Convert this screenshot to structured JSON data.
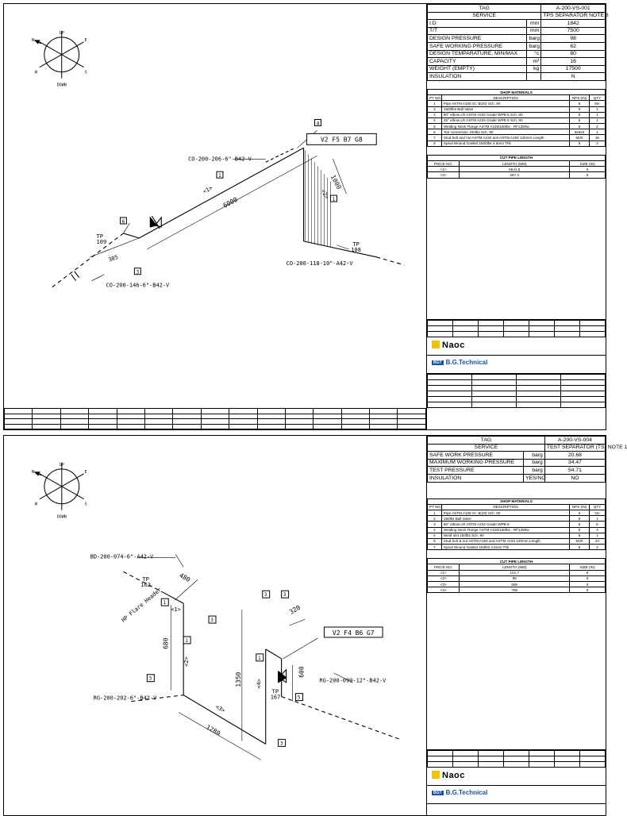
{
  "sheets": [
    {
      "tag_label": "TAG",
      "tag_value": "A-200-VS-001",
      "service_label": "SERVICE",
      "service_value": "TPS SEPARATOR NOTE 8",
      "props": [
        {
          "label": "I.D",
          "unit": "mm",
          "value": "1842"
        },
        {
          "label": "T/T",
          "unit": "mm",
          "value": "7500"
        },
        {
          "label": "DESIGN PRESSURE",
          "unit": "barg",
          "value": "98"
        },
        {
          "label": "SAFE WORKING PRESSURE",
          "unit": "barg",
          "value": "62"
        },
        {
          "label": "DESIGN TEMPARATURE, MIN/MAX",
          "unit": "°c",
          "value": "80"
        },
        {
          "label": "CAPACITY",
          "unit": "m³",
          "value": "16"
        },
        {
          "label": "WEIGHT (EMPTY)",
          "unit": "kg",
          "value": "17500"
        },
        {
          "label": "INSULATION",
          "unit": "",
          "value": "N"
        }
      ],
      "shop_title": "SHOP MATERIALS",
      "shop_headers": [
        "PT NO.",
        "DESCRIPTION",
        "NPS (IN)",
        "QTY"
      ],
      "shop_rows": [
        [
          "1",
          "Pipe ASTM A106 Gr. B(20) Sch. 80",
          "6",
          "6m"
        ],
        [
          "2",
          "1500lbs Ball Valve",
          "6",
          "1"
        ],
        [
          "3",
          "90° elbow LR ASTM A234 Grade WPB-5 Sch. 80",
          "6",
          "1"
        ],
        [
          "4",
          "45° elbow LR ASTM A234 Grade WPB-5 Sch. 80",
          "6",
          "1"
        ],
        [
          "5",
          "Welding Neck Flange ASTM A105/150lbs - RF125Ra",
          "6",
          "2"
        ],
        [
          "6",
          "Tee connection 150lbs Sch. 80",
          "6x6x6",
          "1"
        ],
        [
          "7",
          "Stud bolt and nut ASTM A193 and ASTM A194 120mm Length",
          "M20",
          "16"
        ],
        [
          "8",
          "Spiral Wound Gasket 1500lbs 4.5mm Thk",
          "6",
          "2"
        ]
      ],
      "cut_title": "CUT PIPE LENGTH",
      "cut_headers": [
        "PIECE NO.",
        "LENGTH (MM)",
        "SIZE (IN)"
      ],
      "cut_rows": [
        [
          "<1>",
          "5541.5",
          "6"
        ],
        [
          "<2>",
          "267.2",
          "6"
        ]
      ],
      "iso": {
        "compass": {
          "up": "UP",
          "down": "DOWN",
          "n": "N",
          "e": "E",
          "s": "S",
          "w": "W"
        },
        "line_top": "CO-200-206-6\"-B42-V",
        "line_right": "CO-200-118-10\"-A42-V",
        "line_left": "CO-200-146-6\"-B42-V",
        "valve_tag": "V2 F5 B7 G8",
        "dim_main": "6000",
        "dim_riser": "1000",
        "dim_short": "305",
        "tp_left": "TP",
        "tp_left_no": "109",
        "tp_right": "TP",
        "tp_right_no": "108",
        "piece1": "<1>",
        "piece2": "<2>",
        "pt_boxes": [
          "4",
          "6",
          "3",
          "1",
          "1"
        ]
      }
    },
    {
      "tag_label": "TAG",
      "tag_value": "A-200-VS-004",
      "service_label": "SERVICE",
      "service_value": "TEST SEPARATOR (TS) NOTE 1",
      "props": [
        {
          "label": "SAFE WORK PRESSURE",
          "unit": "barg",
          "value": "20.68"
        },
        {
          "label": "MAXIMUM WORKING PRESSURE",
          "unit": "barg",
          "value": "34.47"
        },
        {
          "label": "TEST PRESSURE",
          "unit": "barg",
          "value": "54.71"
        },
        {
          "label": "INSULATION",
          "unit": "YES/NO",
          "value": "NO"
        }
      ],
      "shop_title": "SHOP MATERIALS",
      "shop_headers": [
        "PT NO.",
        "DESCRIPTION",
        "NPS (IN)",
        "QTY"
      ],
      "shop_rows": [
        [
          "1",
          "Pipe ASTM A106 Gr. B(20) Sch. 80",
          "6",
          "2m"
        ],
        [
          "2",
          "150lbs Ball Valve",
          "6",
          "1"
        ],
        [
          "3",
          "90° elbow LR ASTM A234 Grade WPB-5",
          "6",
          "5"
        ],
        [
          "4",
          "Welding Neck Flange ASTM A105/150lbs - RF125Ra",
          "6",
          "3"
        ],
        [
          "5",
          "Weld olet 150lbs Sch. 80",
          "6",
          "1"
        ],
        [
          "6",
          "Stud bolt & nut ASTM A193 and ASTM A194 120mm Length",
          "M20",
          "24"
        ],
        [
          "7",
          "Spiral Wound Gasket 150lbs 4.5mm Thk",
          "6",
          "3"
        ]
      ],
      "cut_title": "CUT PIPE LENGTH",
      "cut_headers": [
        "PIECE NO.",
        "LENGTH (MM)",
        "SIZE (IN)"
      ],
      "cut_rows": [
        [
          "<1>",
          "101.7",
          "6"
        ],
        [
          "<2>",
          "85",
          "6"
        ],
        [
          "<3>",
          "695",
          "6"
        ],
        [
          "<4>",
          "785",
          "6"
        ]
      ],
      "iso": {
        "compass": {
          "up": "UP",
          "down": "DOWN",
          "n": "N",
          "e": "E",
          "s": "S",
          "w": "W"
        },
        "line_top": "BD-200-074-6\"-A42-V",
        "line_right": "RG-200-099-12\"-B42-V",
        "line_left": "RG-200-202-6\"-B42-V",
        "header_label": "HP Flare Header",
        "valve_tag": "V2 F4 B6 G7",
        "tp_top": "TP",
        "tp_top_no": "162",
        "tp_right": "TP",
        "tp_right_no": "167",
        "dim_480": "480",
        "dim_680": "680",
        "dim_1350": "1350",
        "dim_320": "320",
        "dim_600": "600",
        "dim_1280": "1280",
        "piece1": "<1>",
        "piece2": "<2>",
        "piece3": "<3>",
        "piece4": "<4>",
        "pt_boxes": [
          "3",
          "3",
          "3",
          "3",
          "3",
          "5",
          "1",
          "1",
          "1"
        ]
      }
    }
  ],
  "titleblock": {
    "naoc": "Naoc",
    "bg": "B.G.Technical",
    "bg_mark": "BGT"
  }
}
